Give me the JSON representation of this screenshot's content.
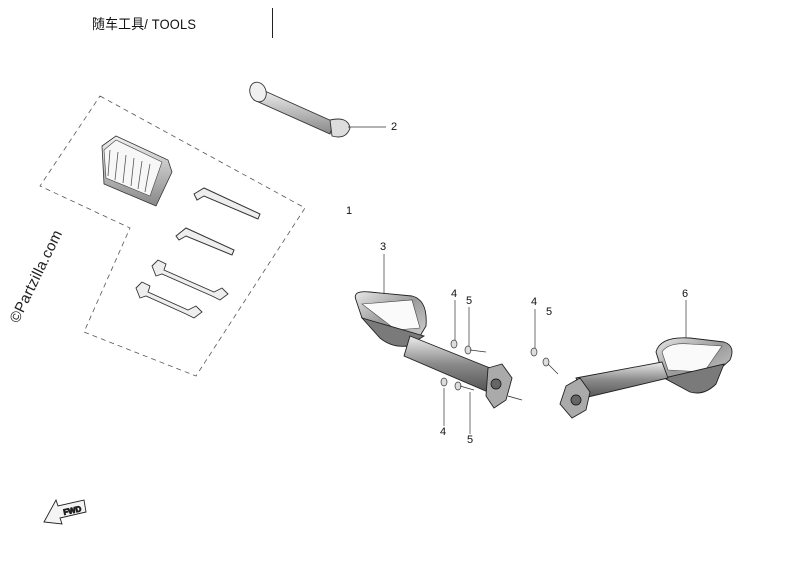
{
  "header": {
    "title": "随车工具/ TOOLS"
  },
  "watermark": "©Partzilla.com",
  "fwd_label": "FWD",
  "callouts": [
    {
      "id": "c1",
      "text": "1"
    },
    {
      "id": "c2",
      "text": "2"
    },
    {
      "id": "c3",
      "text": "3"
    },
    {
      "id": "c4a",
      "text": "4"
    },
    {
      "id": "c5a",
      "text": "5"
    },
    {
      "id": "c4b",
      "text": "4"
    },
    {
      "id": "c5b",
      "text": "5"
    },
    {
      "id": "c4c",
      "text": "4"
    },
    {
      "id": "c5c",
      "text": "5"
    },
    {
      "id": "c6",
      "text": "6"
    }
  ]
}
